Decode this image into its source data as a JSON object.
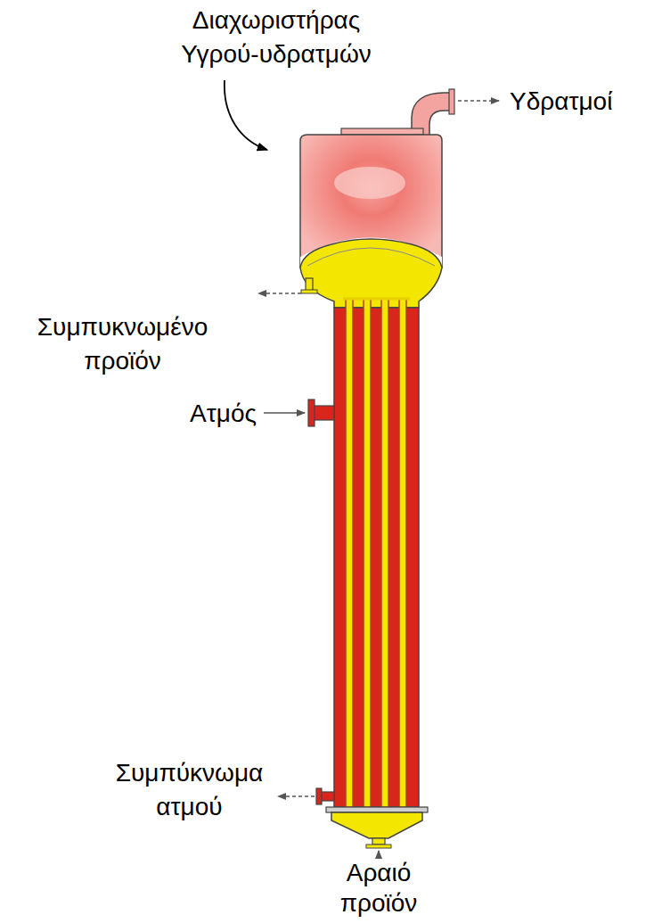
{
  "diagram": {
    "labels": [
      "Διαχωριστήρας Υγρού-υδρατμών",
      "Υδρατμοί",
      "Συμπυκνωμένο προϊόν",
      "Ατμός",
      "Συμπύκνωμα ατμού",
      "Αραιό προϊόν"
    ]
  }
}
